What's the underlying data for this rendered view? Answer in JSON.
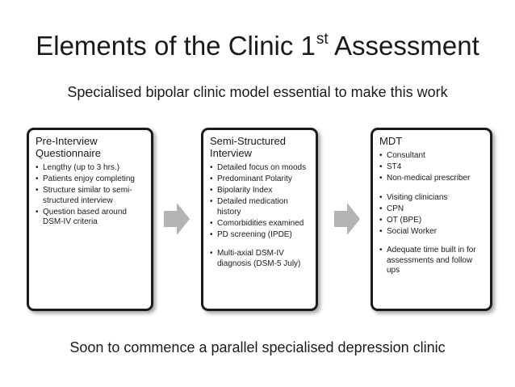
{
  "slide": {
    "title": "Elements of the Clinic 1",
    "title_sup": "st",
    "title_tail": " Assessment",
    "subtitle": "Specialised bipolar clinic model essential to make this work",
    "footer": "Soon to commence a parallel specialised depression clinic",
    "arrow_color": "#b3b3b3",
    "border_color": "#1b1b1b"
  },
  "boxes": [
    {
      "heading": "Pre-Interview Questionnaire",
      "items": [
        "Lengthy (up to 3 hrs.)",
        "Patients enjoy completing",
        "Structure similar to semi-structured interview",
        "Question based around DSM-IV criteria"
      ]
    },
    {
      "heading": "Semi-Structured Interview",
      "items": [
        "Detailed focus on moods",
        "Predominant Polarity",
        "Bipolarity Index",
        "Detailed medication history",
        "Comorbidities examined",
        "PD screening (IPDE)",
        "Multi-axial DSM-IV diagnosis (DSM-5 July)"
      ]
    },
    {
      "heading": "MDT",
      "items": [
        "Consultant",
        "ST4",
        "Non-medical prescriber",
        "Visiting clinicians",
        "CPN",
        "OT (BPE)",
        "Social Worker",
        "Adequate time built in for assessments and follow ups"
      ]
    }
  ]
}
